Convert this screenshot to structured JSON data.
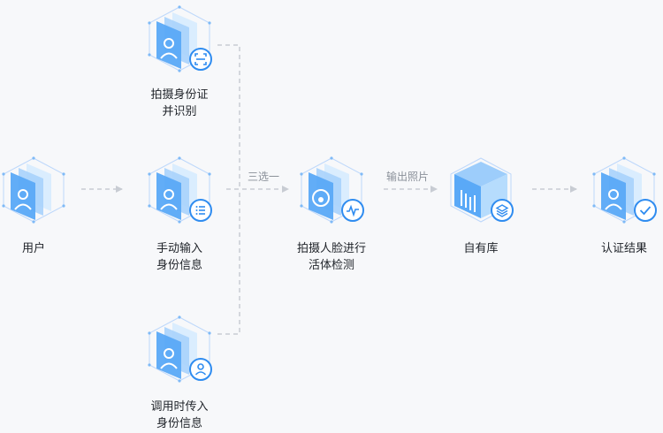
{
  "nodes": {
    "user": {
      "line1": "用户",
      "line2": ""
    },
    "photo_id": {
      "line1": "拍摄身份证",
      "line2": "并识别"
    },
    "manual_input": {
      "line1": "手动输入",
      "line2": "身份信息"
    },
    "api_input": {
      "line1": "调用时传入",
      "line2": "身份信息"
    },
    "liveness": {
      "line1": "拍摄人脸进行",
      "line2": "活体检测"
    },
    "own_db": {
      "line1": "自有库",
      "line2": ""
    },
    "result": {
      "line1": "认证结果",
      "line2": ""
    }
  },
  "edges": {
    "choose_one": "三选一",
    "output_photo": "输出照片"
  },
  "colors": {
    "accent": "#2f8cf0",
    "connector": "#c8ccd3",
    "text": "#1f2329",
    "muted": "#8a9099",
    "background": "#f7f8fa"
  },
  "icons": {
    "user": "user-card-icon",
    "photo_id": "scan-icon",
    "manual_input": "list-icon",
    "api_input": "person-icon",
    "liveness": "pulse-icon",
    "own_db": "layers-icon",
    "result": "check-icon"
  }
}
